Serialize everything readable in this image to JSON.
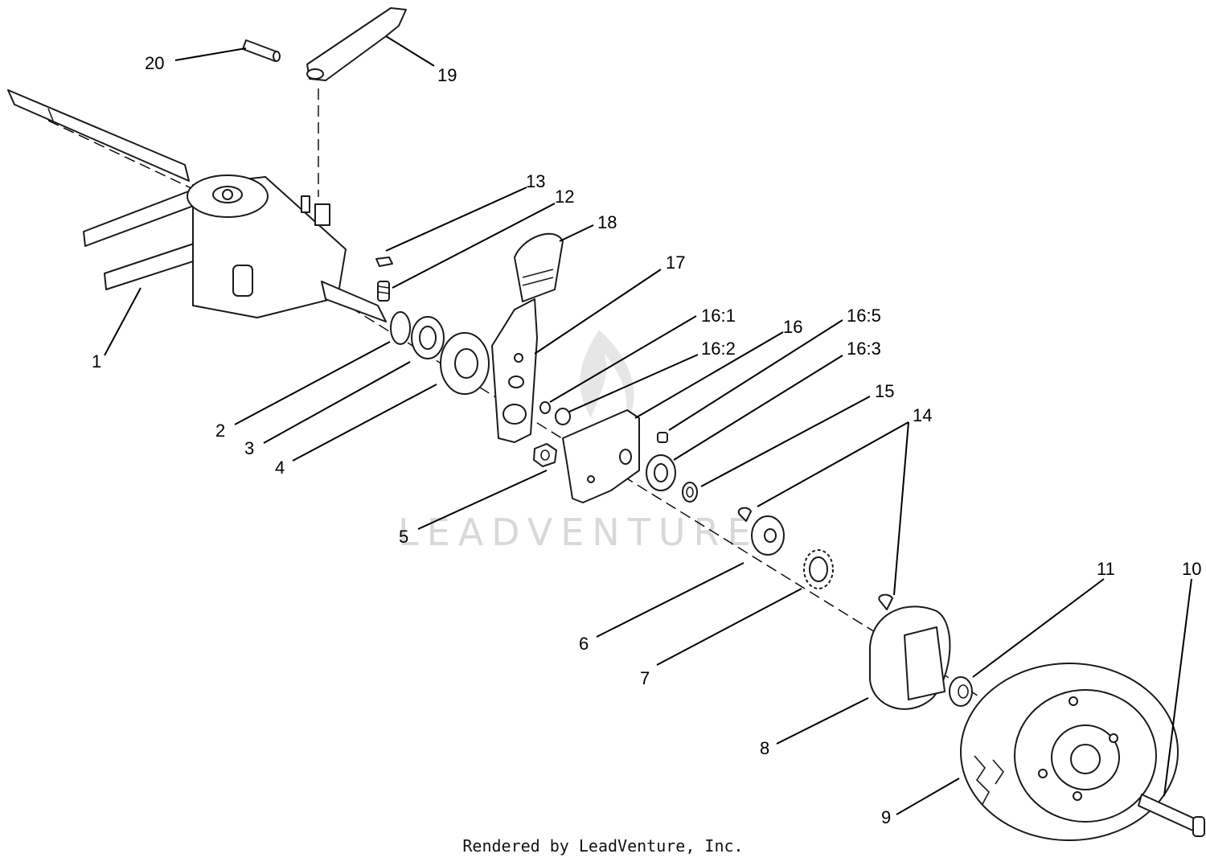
{
  "diagram": {
    "callouts": [
      {
        "id": "p20",
        "label": "20"
      },
      {
        "id": "p19",
        "label": "19"
      },
      {
        "id": "p13",
        "label": "13"
      },
      {
        "id": "p12",
        "label": "12"
      },
      {
        "id": "p18",
        "label": "18"
      },
      {
        "id": "p17",
        "label": "17"
      },
      {
        "id": "p1",
        "label": "1"
      },
      {
        "id": "p16_1",
        "label": "16:1"
      },
      {
        "id": "p16_2",
        "label": "16:2"
      },
      {
        "id": "p16",
        "label": "16"
      },
      {
        "id": "p16_5",
        "label": "16:5"
      },
      {
        "id": "p16_3",
        "label": "16:3"
      },
      {
        "id": "p15",
        "label": "15"
      },
      {
        "id": "p14",
        "label": "14"
      },
      {
        "id": "p2",
        "label": "2"
      },
      {
        "id": "p3",
        "label": "3"
      },
      {
        "id": "p4",
        "label": "4"
      },
      {
        "id": "p5",
        "label": "5"
      },
      {
        "id": "p6",
        "label": "6"
      },
      {
        "id": "p7",
        "label": "7"
      },
      {
        "id": "p11",
        "label": "11"
      },
      {
        "id": "p10",
        "label": "10"
      },
      {
        "id": "p8",
        "label": "8"
      },
      {
        "id": "p9",
        "label": "9"
      }
    ],
    "watermark": "LEADVENTURE",
    "footer": "Rendered by LeadVenture, Inc."
  }
}
